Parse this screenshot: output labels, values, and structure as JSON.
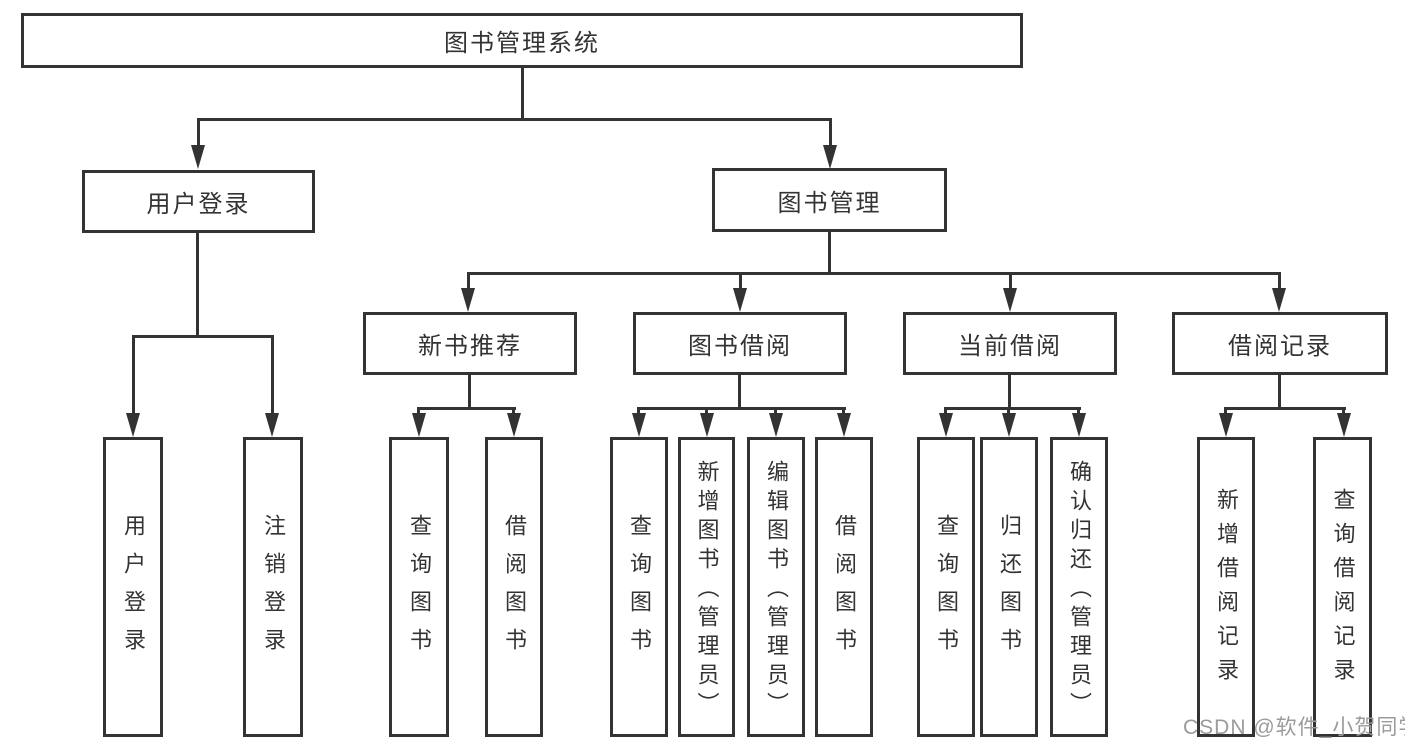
{
  "title": "图书管理系统",
  "tree": {
    "root": {
      "label": "图书管理系统"
    },
    "branches": [
      {
        "label": "用户登录",
        "children": [
          {
            "label": "用户登录"
          },
          {
            "label": "注销登录"
          }
        ]
      },
      {
        "label": "图书管理",
        "groups": [
          {
            "label": "新书推荐",
            "children": [
              {
                "label": "查询图书"
              },
              {
                "label": "借阅图书"
              }
            ]
          },
          {
            "label": "图书借阅",
            "children": [
              {
                "label": "查询图书"
              },
              {
                "label": "新增图书（管理员）"
              },
              {
                "label": "编辑图书（管理员）"
              },
              {
                "label": "借阅图书"
              }
            ]
          },
          {
            "label": "当前借阅",
            "children": [
              {
                "label": "查询图书"
              },
              {
                "label": "归还图书"
              },
              {
                "label": "确认归还（管理员）"
              }
            ]
          },
          {
            "label": "借阅记录",
            "children": [
              {
                "label": "新增借阅记录"
              },
              {
                "label": "查询借阅记录"
              }
            ]
          }
        ]
      }
    ]
  },
  "watermark": {
    "text": "CSDN @软件_小贺同学"
  },
  "colors": {
    "line": "#333333",
    "box_background": "#ffffff",
    "watermark": "#9b9b9b"
  }
}
